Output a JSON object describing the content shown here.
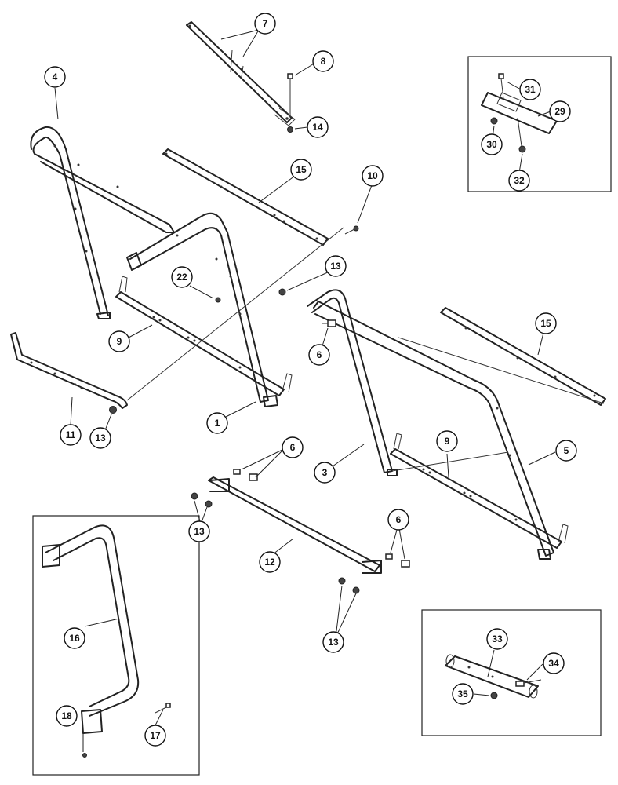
{
  "callouts": [
    {
      "id": "c4",
      "label": "4"
    },
    {
      "id": "c7",
      "label": "7"
    },
    {
      "id": "c8",
      "label": "8"
    },
    {
      "id": "c14",
      "label": "14"
    },
    {
      "id": "c15a",
      "label": "15"
    },
    {
      "id": "c10",
      "label": "10"
    },
    {
      "id": "c22",
      "label": "22"
    },
    {
      "id": "c13a",
      "label": "13"
    },
    {
      "id": "c9a",
      "label": "9"
    },
    {
      "id": "c6a",
      "label": "6"
    },
    {
      "id": "c15b",
      "label": "15"
    },
    {
      "id": "c11",
      "label": "11"
    },
    {
      "id": "c13b",
      "label": "13"
    },
    {
      "id": "c1",
      "label": "1"
    },
    {
      "id": "c9b",
      "label": "9"
    },
    {
      "id": "c3",
      "label": "3"
    },
    {
      "id": "c5",
      "label": "5"
    },
    {
      "id": "c6b",
      "label": "6"
    },
    {
      "id": "c13c",
      "label": "13"
    },
    {
      "id": "c12",
      "label": "12"
    },
    {
      "id": "c6c",
      "label": "6"
    },
    {
      "id": "c13d",
      "label": "13"
    },
    {
      "id": "c31",
      "label": "31"
    },
    {
      "id": "c29",
      "label": "29"
    },
    {
      "id": "c30",
      "label": "30"
    },
    {
      "id": "c32",
      "label": "32"
    },
    {
      "id": "c16",
      "label": "16"
    },
    {
      "id": "c18",
      "label": "18"
    },
    {
      "id": "c17",
      "label": "17"
    },
    {
      "id": "c33",
      "label": "33"
    },
    {
      "id": "c34",
      "label": "34"
    },
    {
      "id": "c35",
      "label": "35"
    }
  ]
}
